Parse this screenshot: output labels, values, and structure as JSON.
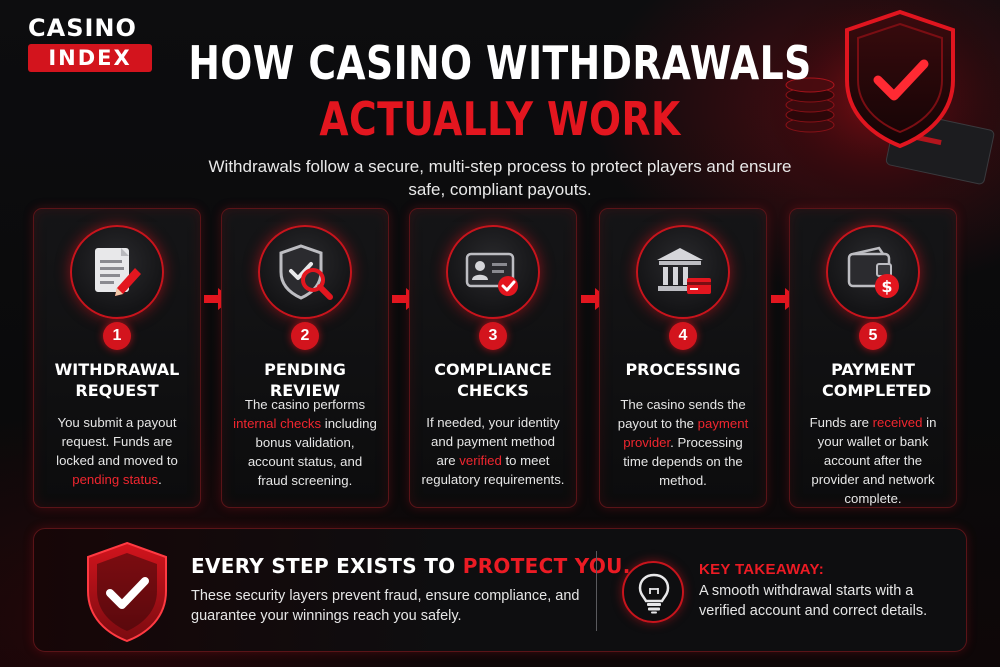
{
  "logo": {
    "line1": "CASINO",
    "line2": "INDEX"
  },
  "header": {
    "title_line1": "HOW CASINO WITHDRAWALS",
    "title_line2": "ACTUALLY WORK",
    "subtitle": "Withdrawals follow a secure, multi-step process to protect players and ensure safe, compliant payouts."
  },
  "steps": [
    {
      "number": "1",
      "title": "WITHDRAWAL REQUEST",
      "icon": "document-pen-icon",
      "desc_before": "You submit a payout request. Funds are locked and moved to ",
      "desc_highlight": "pending status",
      "desc_after": "."
    },
    {
      "number": "2",
      "title": "PENDING REVIEW",
      "icon": "shield-magnifier-icon",
      "desc_before": "The casino performs ",
      "desc_highlight": "internal checks",
      "desc_after": " including bonus validation, account status, and fraud screening."
    },
    {
      "number": "3",
      "title": "COMPLIANCE CHECKS",
      "icon": "id-card-check-icon",
      "desc_before": "If needed, your identity and payment method are ",
      "desc_highlight": "verified",
      "desc_after": " to meet regulatory requirements."
    },
    {
      "number": "4",
      "title": "PROCESSING",
      "icon": "bank-card-icon",
      "desc_before": "The casino sends the payout to the ",
      "desc_highlight": "payment provider",
      "desc_after": ". Processing time depends on the method."
    },
    {
      "number": "5",
      "title": "PAYMENT COMPLETED",
      "icon": "wallet-dollar-icon",
      "desc_before": "Funds are ",
      "desc_highlight": "received",
      "desc_after": " in your wallet or bank account after the provider and network complete."
    }
  ],
  "banner": {
    "headline_white": "EVERY STEP EXISTS TO ",
    "headline_red": "PROTECT YOU.",
    "text": "These security layers prevent fraud, ensure compliance, and guarantee your winnings reach you safely.",
    "takeaway_title": "KEY TAKEAWAY:",
    "takeaway_text": "A smooth withdrawal starts with a verified account and correct details."
  },
  "colors": {
    "accent": "#e3161f",
    "background": "#0b0b0c",
    "card_border": "#5a1418"
  }
}
